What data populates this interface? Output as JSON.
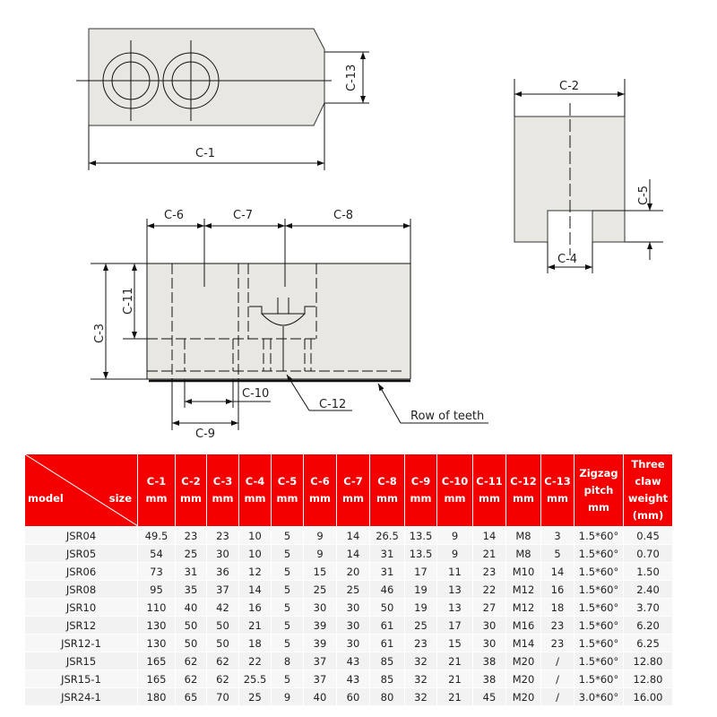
{
  "drawing": {
    "labels": {
      "c1": "C-1",
      "c2": "C-2",
      "c3": "C-3",
      "c4": "C-4",
      "c5": "C-5",
      "c6": "C-6",
      "c7": "C-7",
      "c8": "C-8",
      "c9": "C-9",
      "c10": "C-10",
      "c11": "C-11",
      "c12": "C-12",
      "c13": "C-13",
      "teeth": "Row of teeth"
    },
    "colors": {
      "body": "#e9e7e1",
      "header": "#f50000"
    }
  },
  "table": {
    "header_model": "model",
    "header_size": "size",
    "columns": [
      [
        "C-1",
        "mm"
      ],
      [
        "C-2",
        "mm"
      ],
      [
        "C-3",
        "mm"
      ],
      [
        "C-4",
        "mm"
      ],
      [
        "C-5",
        "mm"
      ],
      [
        "C-6",
        "mm"
      ],
      [
        "C-7",
        "mm"
      ],
      [
        "C-8",
        "mm"
      ],
      [
        "C-9",
        "mm"
      ],
      [
        "C-10",
        "mm"
      ],
      [
        "C-11",
        "mm"
      ],
      [
        "C-12",
        "mm"
      ],
      [
        "C-13",
        "mm"
      ],
      [
        "Zigzag",
        "pitch",
        "mm"
      ],
      [
        "Three",
        "claw",
        "weight",
        "(mm)"
      ]
    ],
    "rows": [
      [
        "JSR04",
        "49.5",
        "23",
        "23",
        "10",
        "5",
        "9",
        "14",
        "26.5",
        "13.5",
        "9",
        "14",
        "M8",
        "3",
        "1.5*60°",
        "0.45"
      ],
      [
        "JSR05",
        "54",
        "25",
        "30",
        "10",
        "5",
        "9",
        "14",
        "31",
        "13.5",
        "9",
        "21",
        "M8",
        "5",
        "1.5*60°",
        "0.70"
      ],
      [
        "JSR06",
        "73",
        "31",
        "36",
        "12",
        "5",
        "15",
        "20",
        "31",
        "17",
        "11",
        "23",
        "M10",
        "14",
        "1.5*60°",
        "1.50"
      ],
      [
        "JSR08",
        "95",
        "35",
        "37",
        "14",
        "5",
        "25",
        "25",
        "46",
        "19",
        "13",
        "22",
        "M12",
        "16",
        "1.5*60°",
        "2.40"
      ],
      [
        "JSR10",
        "110",
        "40",
        "42",
        "16",
        "5",
        "30",
        "30",
        "50",
        "19",
        "13",
        "27",
        "M12",
        "18",
        "1.5*60°",
        "3.70"
      ],
      [
        "JSR12",
        "130",
        "50",
        "50",
        "21",
        "5",
        "39",
        "30",
        "61",
        "25",
        "17",
        "30",
        "M16",
        "23",
        "1.5*60°",
        "6.20"
      ],
      [
        "JSR12-1",
        "130",
        "50",
        "50",
        "18",
        "5",
        "39",
        "30",
        "61",
        "23",
        "15",
        "30",
        "M14",
        "23",
        "1.5*60°",
        "6.25"
      ],
      [
        "JSR15",
        "165",
        "62",
        "62",
        "22",
        "8",
        "37",
        "43",
        "85",
        "32",
        "21",
        "38",
        "M20",
        "/",
        "1.5*60°",
        "12.80"
      ],
      [
        "JSR15-1",
        "165",
        "62",
        "62",
        "25.5",
        "5",
        "37",
        "43",
        "85",
        "32",
        "21",
        "38",
        "M20",
        "/",
        "1.5*60°",
        "12.80"
      ],
      [
        "JSR24-1",
        "180",
        "65",
        "70",
        "25",
        "9",
        "40",
        "60",
        "80",
        "32",
        "21",
        "45",
        "M20",
        "/",
        "3.0*60°",
        "16.00"
      ]
    ]
  }
}
